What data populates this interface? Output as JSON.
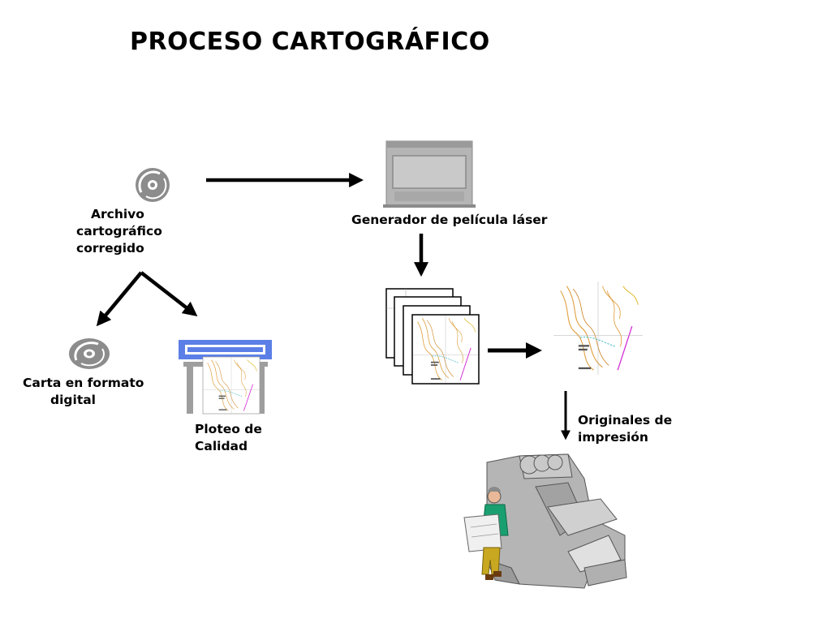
{
  "title": "PROCESO CARTOGRÁFICO",
  "nodes": {
    "archivo": {
      "lines": [
        "Archivo",
        "cartográfico",
        "corregido"
      ],
      "icon": "disc-icon"
    },
    "carta": {
      "lines": [
        "Carta en formato",
        "digital"
      ],
      "icon": "disc-icon"
    },
    "ploteo": {
      "lines": [
        "Ploteo de",
        "Calidad"
      ],
      "icon": "plotter-icon"
    },
    "generador": {
      "lines": [
        "Generador de película láser"
      ],
      "icon": "film-generator-icon"
    },
    "originales": {
      "lines": [
        "Originales de",
        "impresión"
      ],
      "icon": "map-sheet-icon"
    },
    "films": {
      "icon": "film-stack-icon"
    },
    "press": {
      "icon": "printing-press-icon"
    }
  },
  "colors": {
    "disc": "#8c8c8c",
    "plotter_blue": "#5b7fe6",
    "machine_gray": "#b5b5b5",
    "contour": "#e0a040",
    "river": "#40b8c8",
    "road": "#d020d0",
    "shirt": "#1aa070",
    "pants": "#c8a820"
  }
}
